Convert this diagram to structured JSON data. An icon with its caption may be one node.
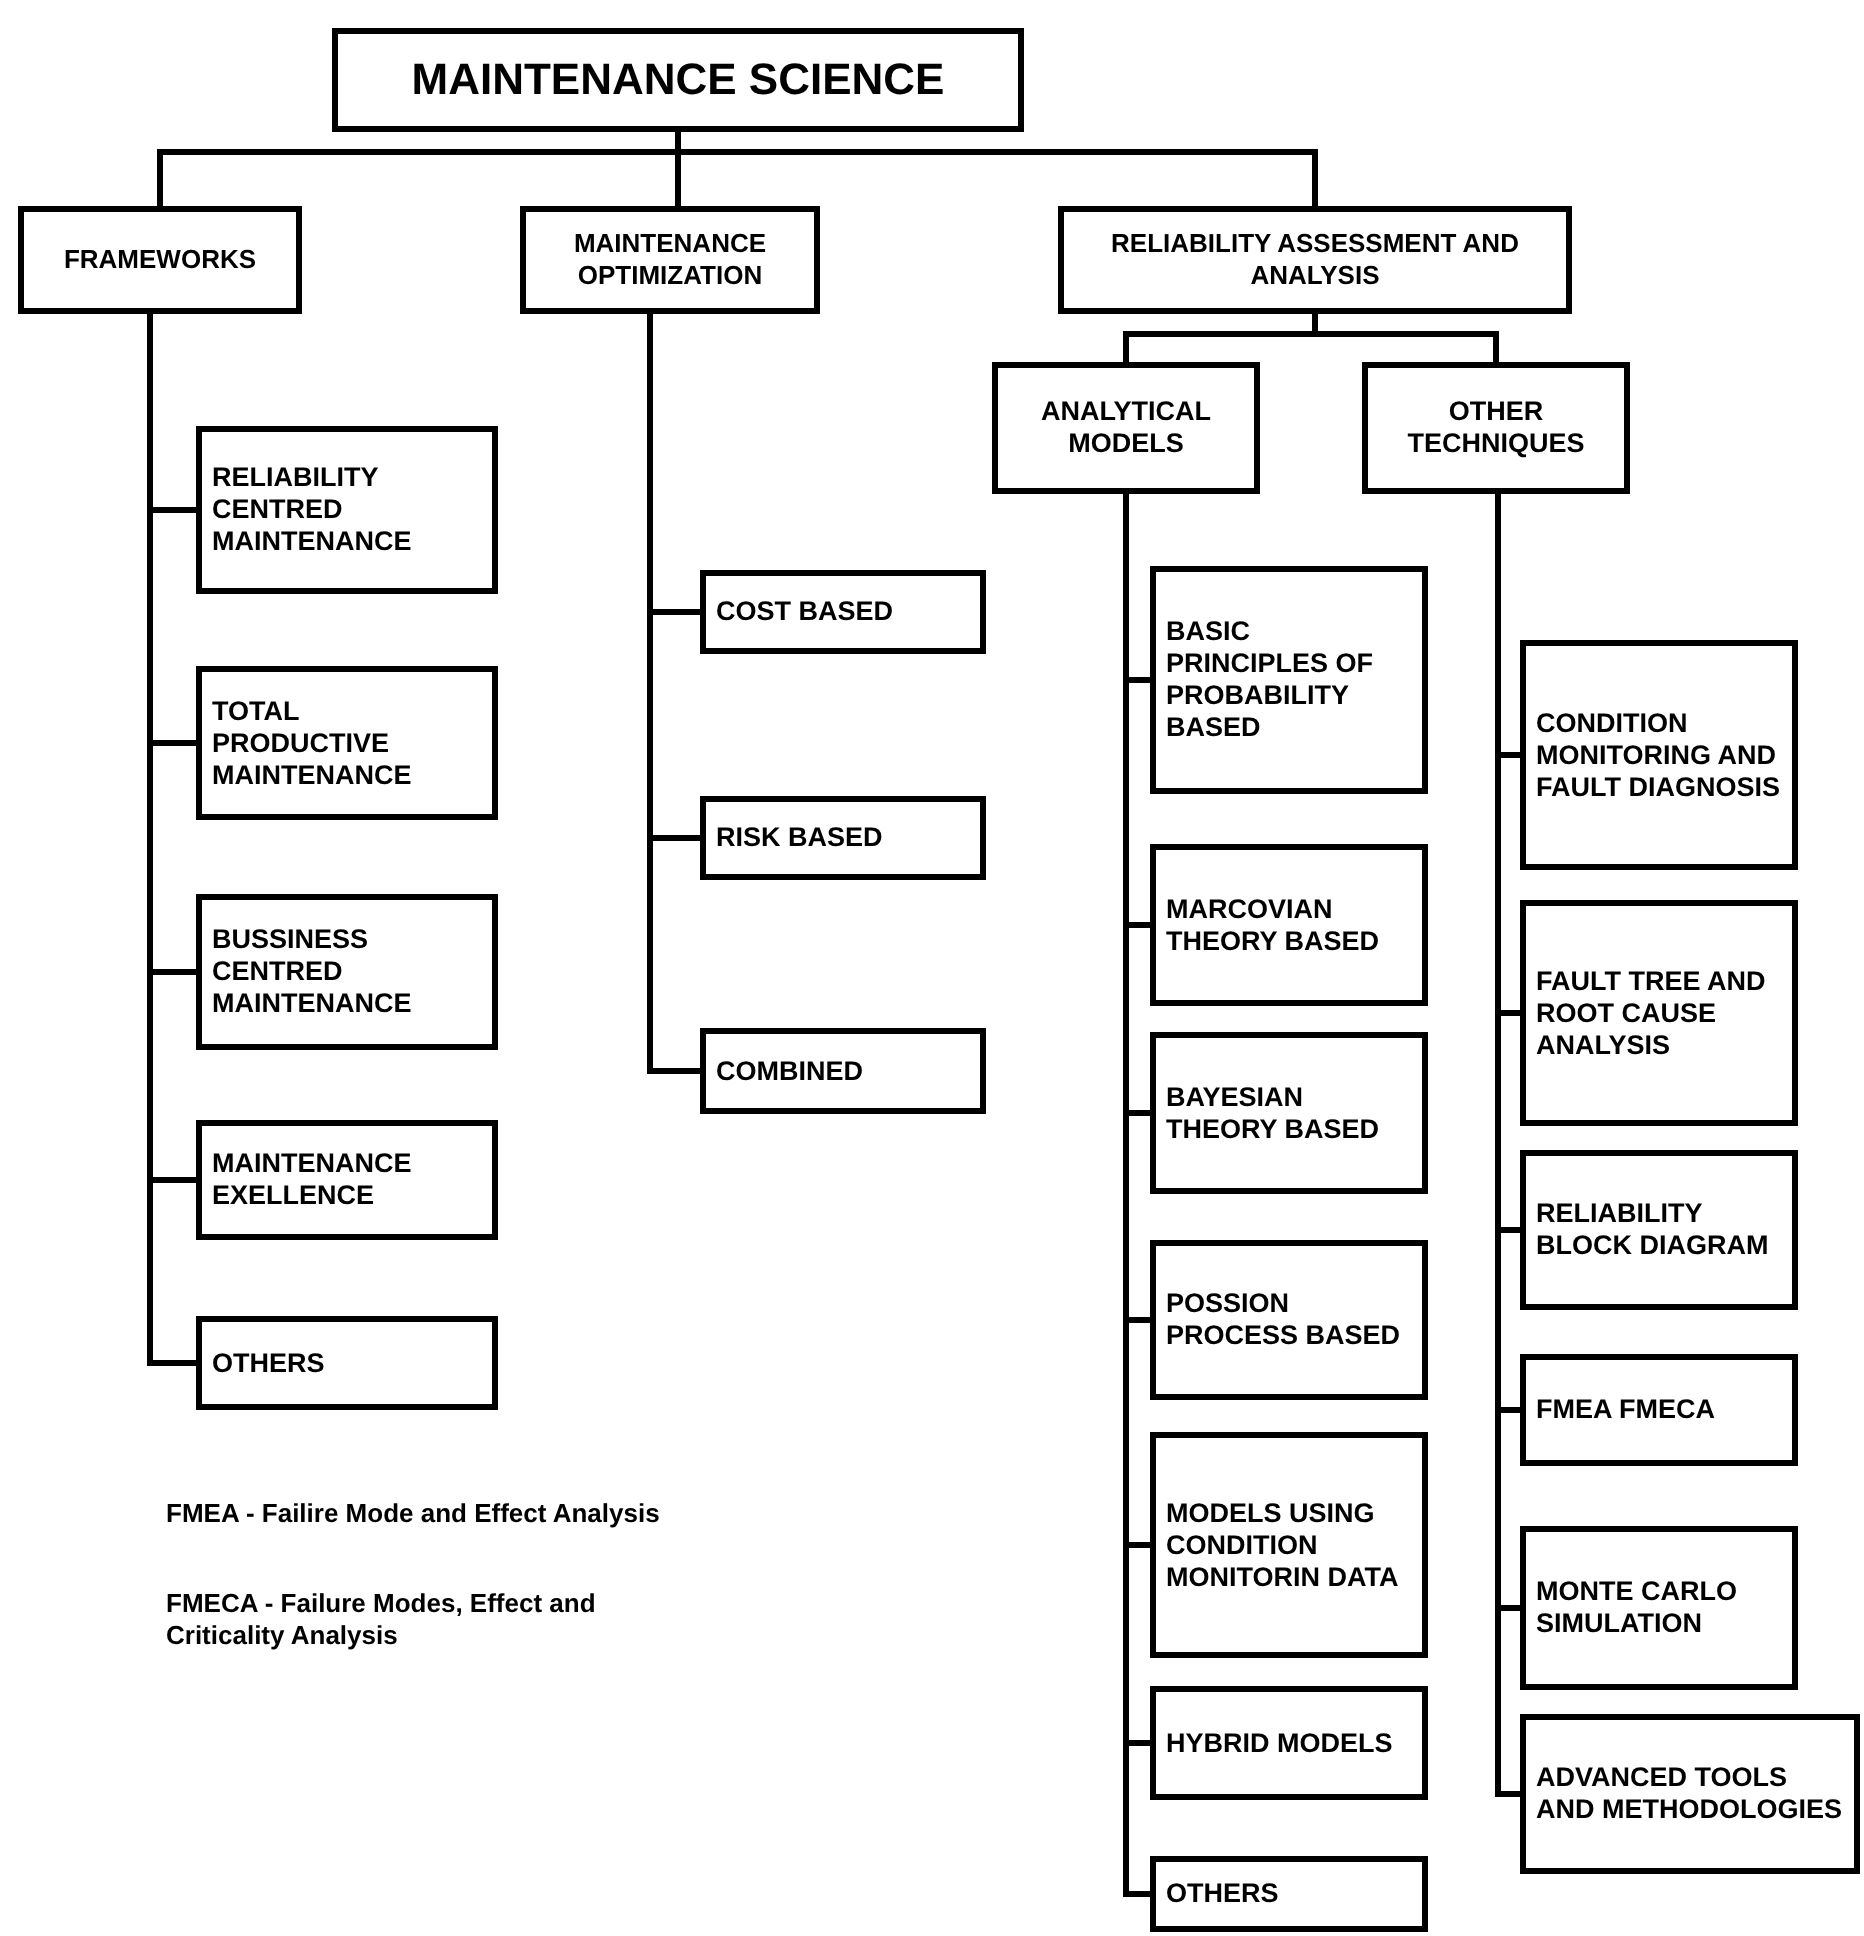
{
  "diagram": {
    "nodes": [
      {
        "text": [
          "MAINTENANCE SCIENCE"
        ]
      },
      {
        "text": [
          "FRAMEWORKS"
        ]
      },
      {
        "text": [
          "MAINTENANCE OPTIMIZATION"
        ]
      },
      {
        "text": [
          "RELIABILITY ASSESSMENT AND ANALYSIS"
        ]
      },
      {
        "text": [
          "RELIABILITY CENTRED MAINTENANCE"
        ]
      },
      {
        "text": [
          "TOTAL PRODUCTIVE MAINTENANCE"
        ]
      },
      {
        "text": [
          "BUSSINESS CENTRED MAINTENANCE"
        ]
      },
      {
        "text": [
          "MAINTENANCE EXELLENCE"
        ]
      },
      {
        "text": [
          "OTHERS"
        ]
      },
      {
        "text": [
          "COST BASED"
        ]
      },
      {
        "text": [
          "RISK BASED"
        ]
      },
      {
        "text": [
          "COMBINED"
        ]
      },
      {
        "text": [
          "ANALYTICAL MODELS"
        ]
      },
      {
        "text": [
          "OTHER TECHNIQUES"
        ]
      },
      {
        "text": [
          "BASIC PRINCIPLES OF PROBABILITY BASED"
        ]
      },
      {
        "text": [
          "MARCOVIAN THEORY BASED"
        ]
      },
      {
        "text": [
          "BAYESIAN THEORY BASED"
        ]
      },
      {
        "text": [
          "POSSION PROCESS BASED"
        ]
      },
      {
        "text": [
          "MODELS USING CONDITION MONITORIN DATA"
        ]
      },
      {
        "text": [
          "HYBRID MODELS"
        ]
      },
      {
        "text": [
          "OTHERS"
        ]
      },
      {
        "text": [
          "CONDITION MONITORING AND FAULT DIAGNOSIS"
        ]
      },
      {
        "text": [
          "FAULT TREE AND ROOT CAUSE ANALYSIS"
        ]
      },
      {
        "text": [
          "RELIABILITY BLOCK DIAGRAM"
        ]
      },
      {
        "text": [
          "FMEA FMECA"
        ]
      },
      {
        "text": [
          "MONTE CARLO SIMULATION"
        ]
      },
      {
        "text": [
          "ADVANCED TOOLS AND METHODOLOGIES"
        ]
      }
    ],
    "edges": [
      {
        "from": 0,
        "to": 1,
        "arrow": "none"
      },
      {
        "from": 0,
        "to": 2,
        "arrow": "none"
      },
      {
        "from": 0,
        "to": 3,
        "arrow": "none"
      },
      {
        "from": 1,
        "to": 4,
        "arrow": "none"
      },
      {
        "from": 1,
        "to": 5,
        "arrow": "none"
      },
      {
        "from": 1,
        "to": 6,
        "arrow": "none"
      },
      {
        "from": 1,
        "to": 7,
        "arrow": "none"
      },
      {
        "from": 1,
        "to": 8,
        "arrow": "none"
      },
      {
        "from": 2,
        "to": 9,
        "arrow": "none"
      },
      {
        "from": 2,
        "to": 10,
        "arrow": "none"
      },
      {
        "from": 2,
        "to": 11,
        "arrow": "none"
      },
      {
        "from": 3,
        "to": 12,
        "arrow": "none"
      },
      {
        "from": 3,
        "to": 13,
        "arrow": "none"
      },
      {
        "from": 12,
        "to": 14,
        "arrow": "none"
      },
      {
        "from": 12,
        "to": 15,
        "arrow": "none"
      },
      {
        "from": 12,
        "to": 16,
        "arrow": "none"
      },
      {
        "from": 12,
        "to": 17,
        "arrow": "none"
      },
      {
        "from": 12,
        "to": 18,
        "arrow": "none"
      },
      {
        "from": 12,
        "to": 19,
        "arrow": "none"
      },
      {
        "from": 12,
        "to": 20,
        "arrow": "none"
      },
      {
        "from": 13,
        "to": 21,
        "arrow": "none"
      },
      {
        "from": 13,
        "to": 22,
        "arrow": "none"
      },
      {
        "from": 13,
        "to": 23,
        "arrow": "none"
      },
      {
        "from": 13,
        "to": 24,
        "arrow": "none"
      },
      {
        "from": 13,
        "to": 25,
        "arrow": "none"
      },
      {
        "from": 13,
        "to": 26,
        "arrow": "none"
      }
    ],
    "labels": [
      "FMEA - Failire Mode and Effect Analysis",
      "FMECA - Failure Modes, Effect and Criticality Analysis"
    ]
  }
}
